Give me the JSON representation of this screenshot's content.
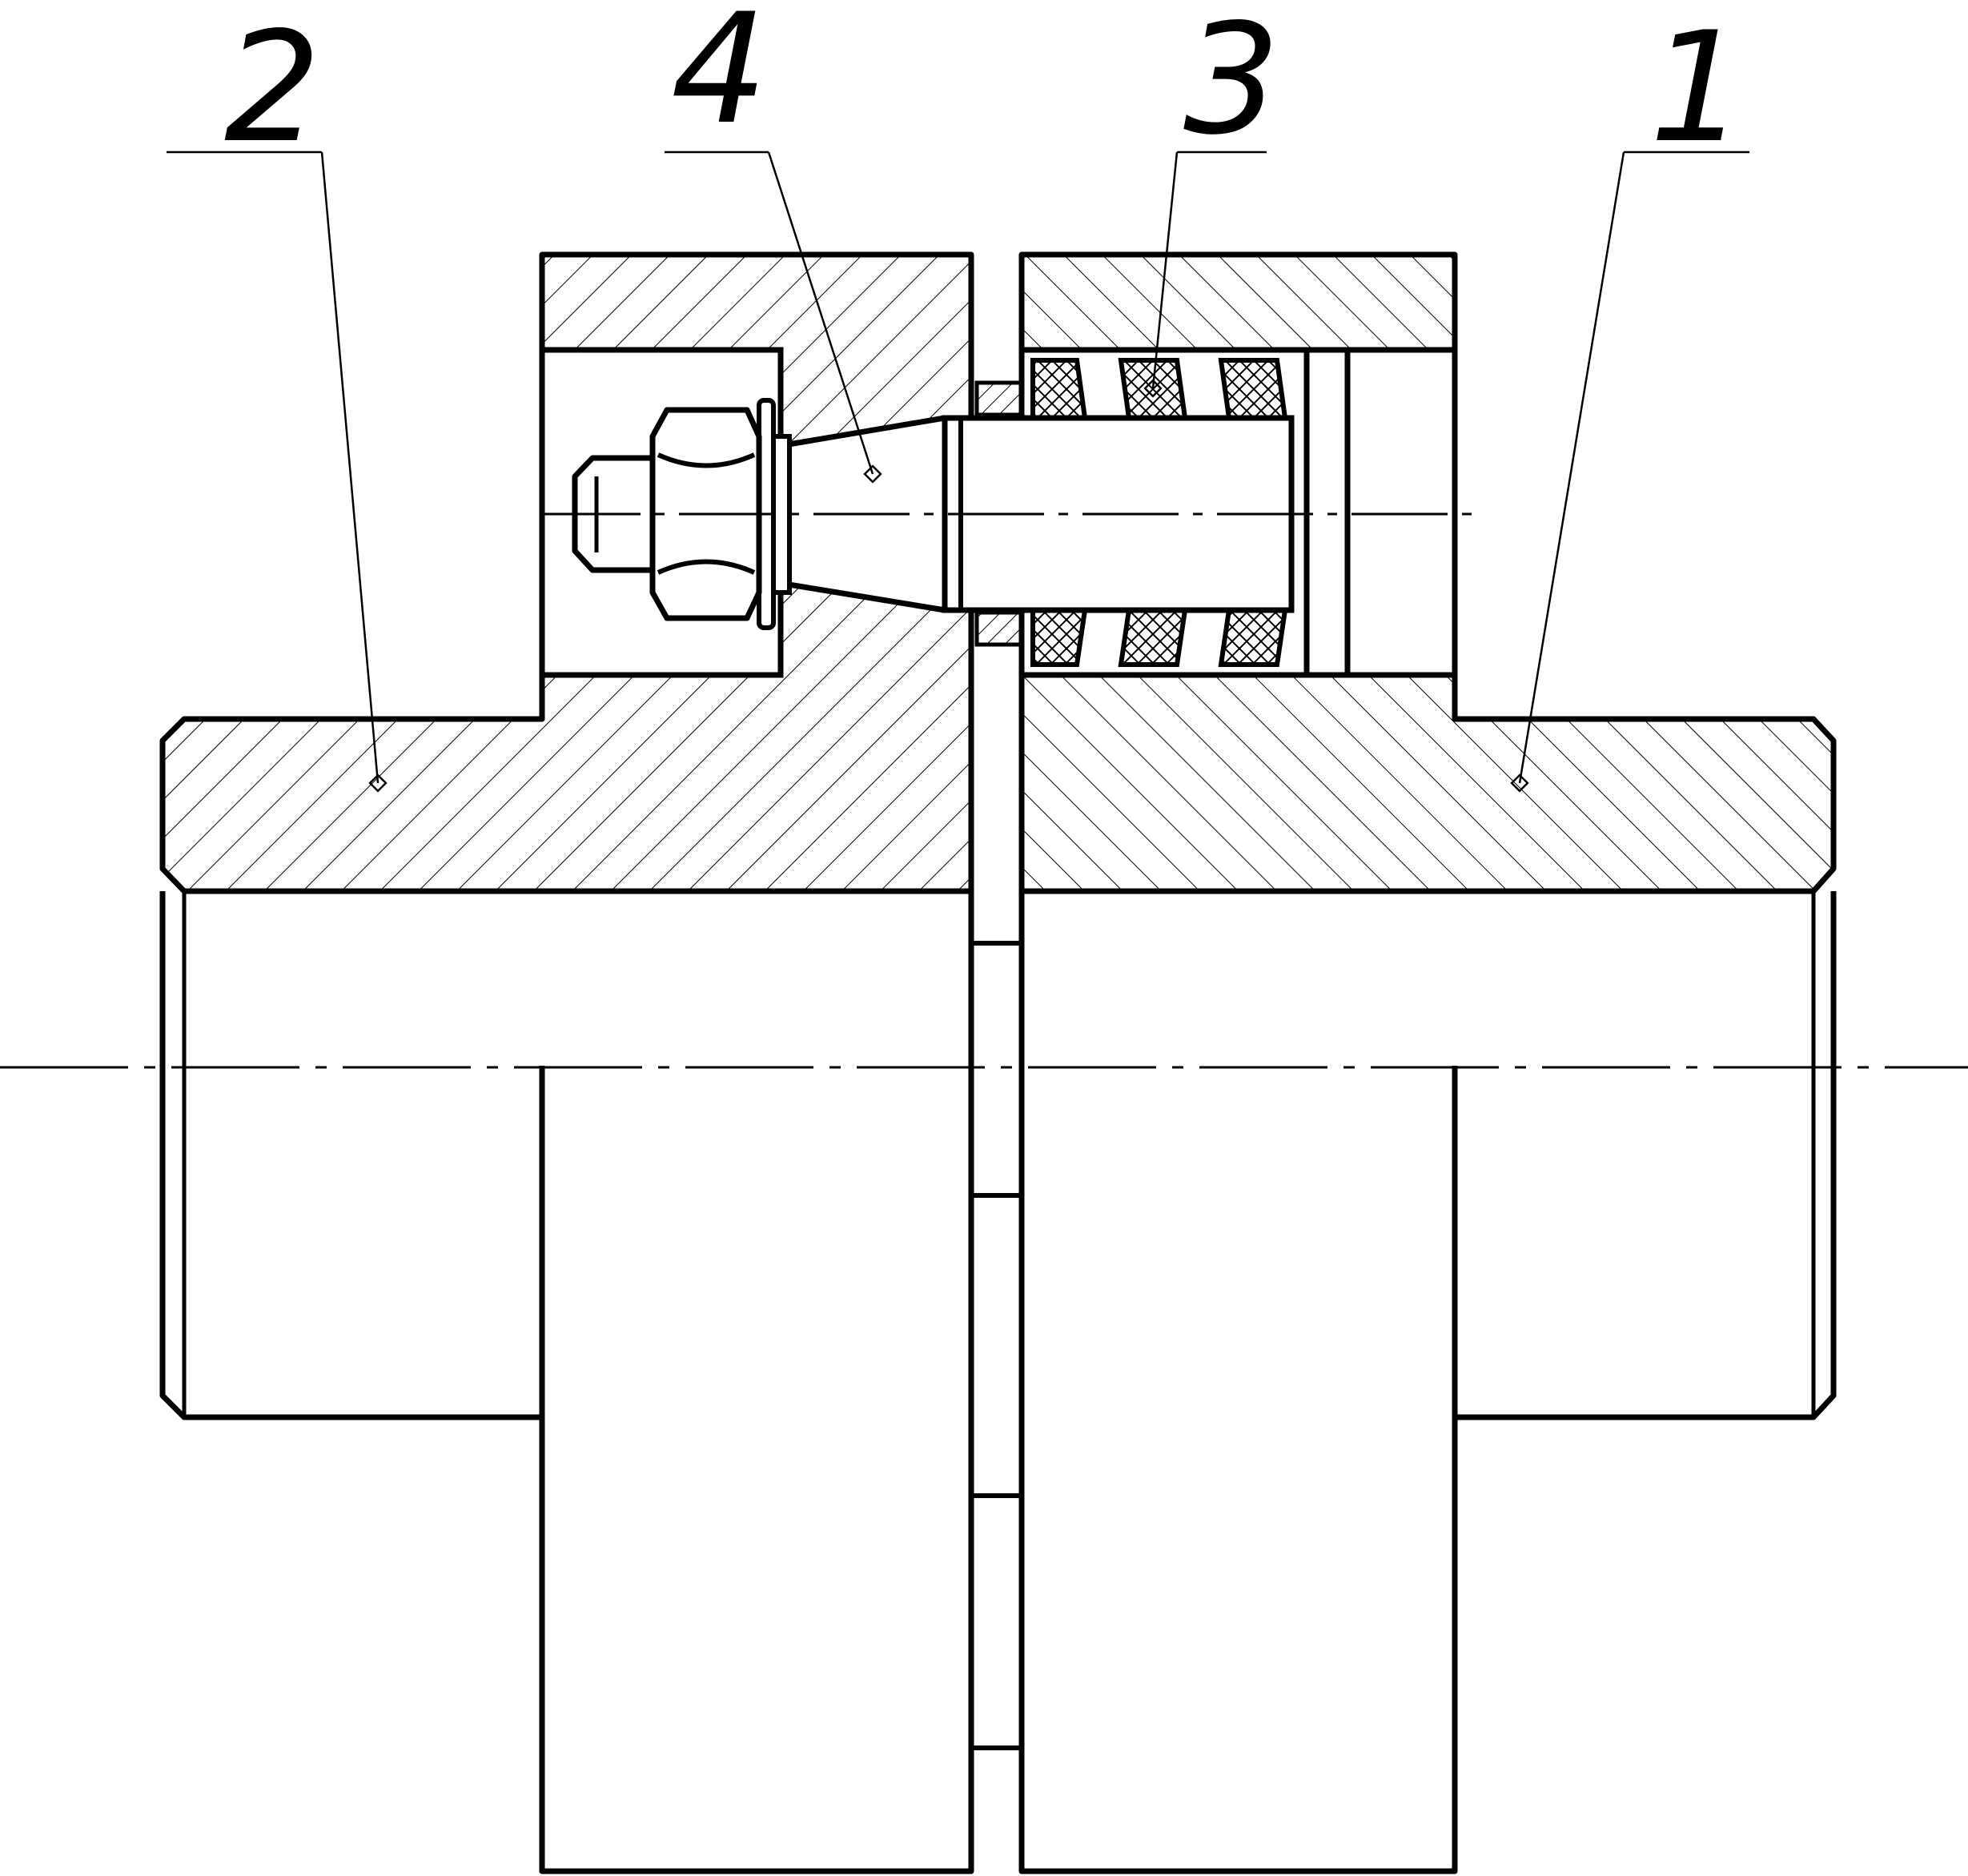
{
  "callouts": [
    {
      "id": "part-2",
      "label": "2"
    },
    {
      "id": "part-4",
      "label": "4"
    },
    {
      "id": "part-3",
      "label": "3"
    },
    {
      "id": "part-1",
      "label": "1"
    }
  ],
  "colors": {
    "line": "#000000",
    "paper": "#ffffff"
  }
}
